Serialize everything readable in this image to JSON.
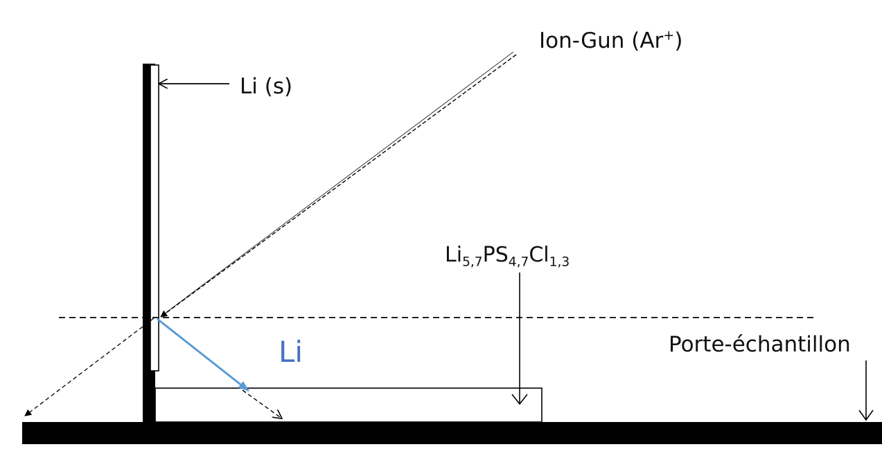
{
  "labels": {
    "ion_gun": {
      "text": "Ion-Gun (Ar",
      "sup": "+",
      "end": ")"
    },
    "li_solid": "Li (s)",
    "electrolyte": {
      "parts": [
        {
          "text": "Li",
          "sub": "5,7"
        },
        {
          "text": "PS",
          "sub": "4,7"
        },
        {
          "text": "Cl",
          "sub": "1,3"
        }
      ]
    },
    "li_ejected": "Li",
    "sample_holder": "Porte-échantillon"
  },
  "colors": {
    "ink": "#000000",
    "li_arrow": "#5b9bd5",
    "li_text": "#4472c4"
  }
}
